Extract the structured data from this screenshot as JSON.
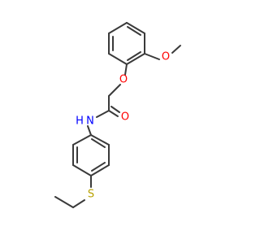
{
  "molecule": {
    "atoms": {
      "O_methoxy": "O",
      "O_ether": "O",
      "O_carbonyl": "O",
      "N_amide": "N",
      "H_amide": "H",
      "S_thioether": "S"
    },
    "colors": {
      "bond": "#3a3a3a",
      "oxygen": "#ff0000",
      "nitrogen": "#0000ff",
      "sulfur": "#b8a200"
    }
  }
}
